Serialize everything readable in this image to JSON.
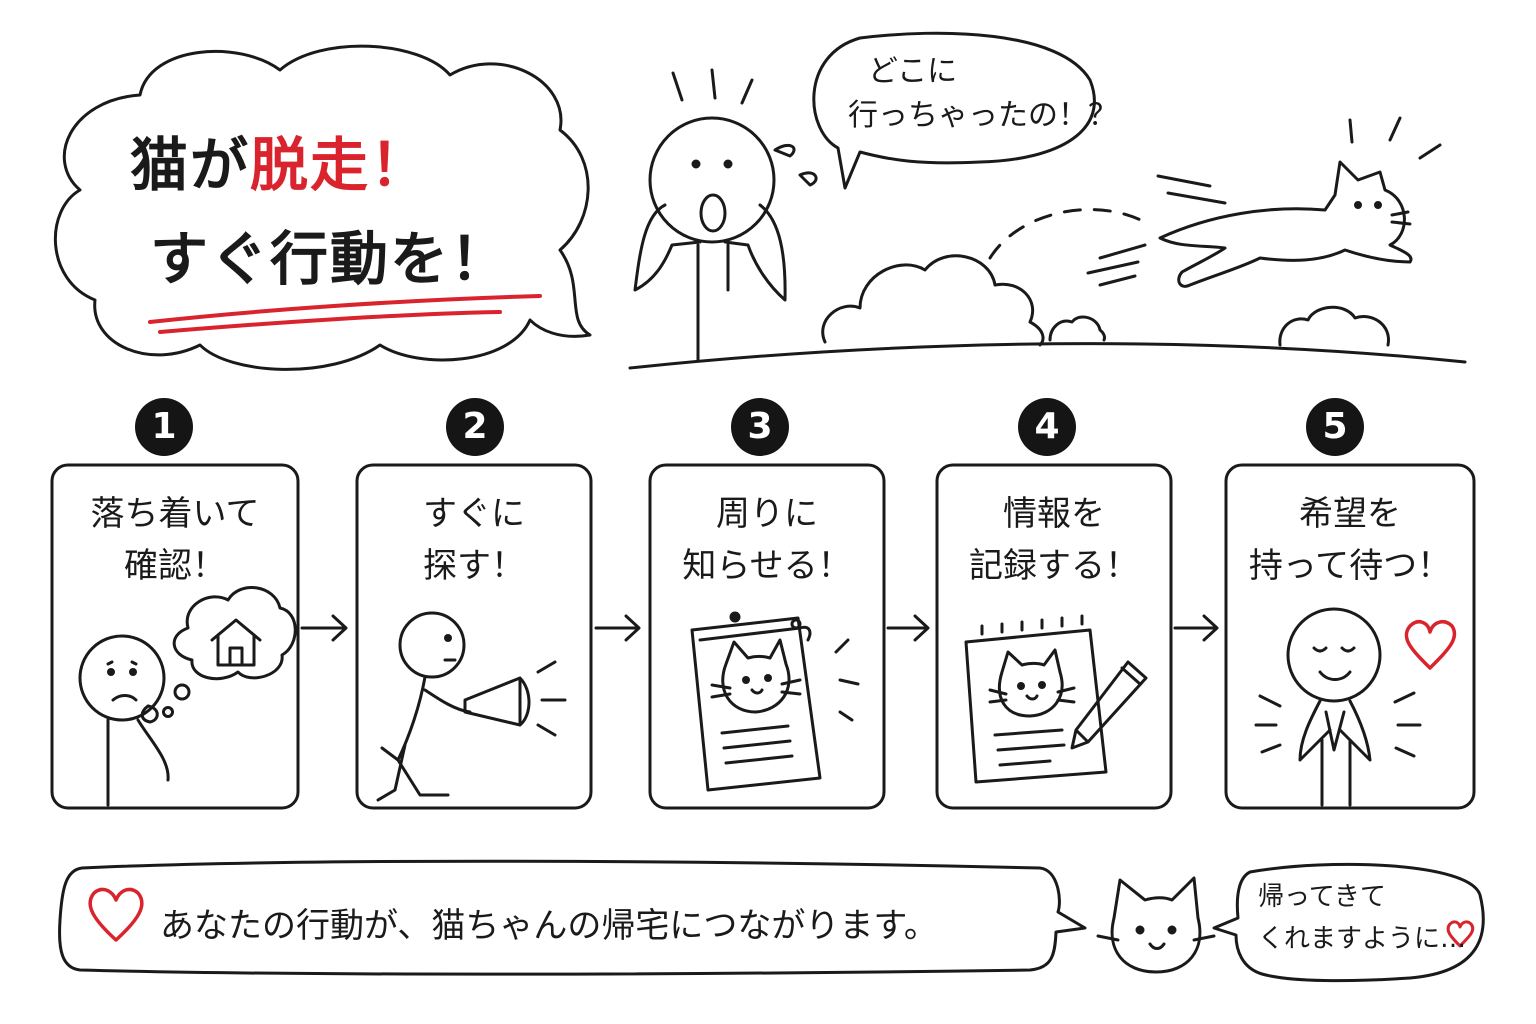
{
  "header": {
    "title_line1_black": "猫が",
    "title_line1_red": "脱走",
    "title_line1_end": "！",
    "title_line2": "すぐ行動を！"
  },
  "scene": {
    "speech": [
      "どこに",
      "行っちゃったの！？"
    ]
  },
  "steps": [
    {
      "number": "1",
      "lines": [
        "落ち着いて",
        "確認！"
      ],
      "icon": "house-icon"
    },
    {
      "number": "2",
      "lines": [
        "すぐに",
        "探す！"
      ],
      "icon": "megaphone-icon"
    },
    {
      "number": "3",
      "lines": [
        "周りに",
        "知らせる！"
      ],
      "icon": "poster-icon"
    },
    {
      "number": "4",
      "lines": [
        "情報を",
        "記録する！"
      ],
      "icon": "notebook-icon"
    },
    {
      "number": "5",
      "lines": [
        "希望を",
        "持って待つ！"
      ],
      "icon": "heart-icon"
    }
  ],
  "footer": {
    "message": "あなたの行動が、猫ちゃんの帰宅につながります。",
    "cat_speech": [
      "帰ってきて",
      "くれますように…"
    ]
  },
  "colors": {
    "accent": "#d9232d",
    "ink": "#1a1a1a",
    "badge": "#151515"
  }
}
